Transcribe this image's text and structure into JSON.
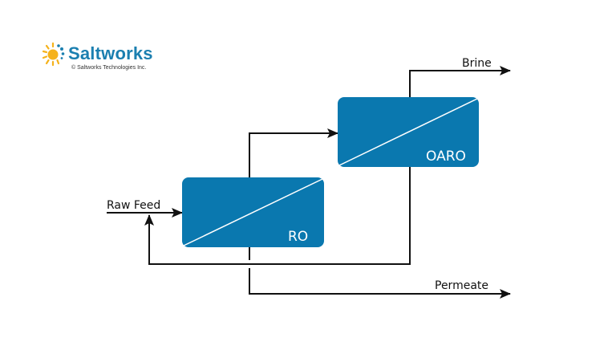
{
  "logo": {
    "name": "Saltworks",
    "copyright": "© Saltworks Technologies Inc.",
    "brand_color": "#1b7fb0",
    "sun_color": "#f5b21b"
  },
  "diagram": {
    "title": "RO + OARO process flow",
    "unit_color": "#0a78af",
    "units": [
      {
        "id": "ro",
        "label": "RO"
      },
      {
        "id": "oaro",
        "label": "OARO"
      }
    ],
    "streams": {
      "raw_feed": "Raw Feed",
      "brine": "Brine",
      "permeate": "Permeate"
    }
  }
}
